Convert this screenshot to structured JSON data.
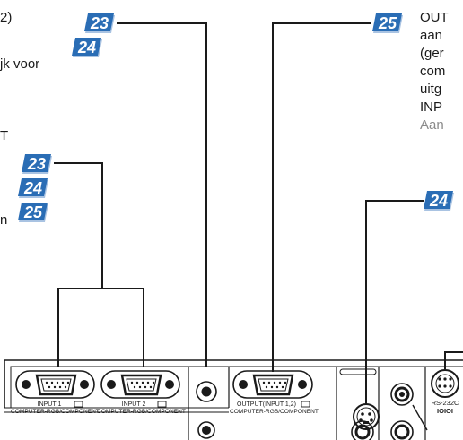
{
  "text": {
    "left_line1": "2)",
    "left_line2": "jk voor",
    "left_line3": "T",
    "left_line4": "n",
    "right_line1": "OUT",
    "right_line2": "aan",
    "right_line3": "(ger",
    "right_line4": "com",
    "right_line5": "uitg",
    "right_line6": "INP",
    "right_line7": "Aan"
  },
  "badges": {
    "top_a": "23",
    "top_b": "24",
    "top_c": "25",
    "mid_a": "23",
    "mid_b": "24",
    "mid_c": "25",
    "right": "24"
  },
  "panel_labels": {
    "input1_title": "INPUT 1",
    "input1_sub": "COMPUTER-RGB/COMPONENT",
    "input2_title": "INPUT 2",
    "input2_sub": "COMPUTER-RGB/COMPONENT",
    "output_title": "OUTPUT(INPUT 1,2)",
    "output_sub": "COMPUTER-RGB/COMPONENT",
    "rs232c": "RS-232C",
    "rs232c_symbol": "IOIOI"
  },
  "colors": {
    "badge_blue": "#2a6db5",
    "badge_shadow": "#a9c3e2",
    "line": "#1a1a1a",
    "grey_text": "#8a8a8a"
  }
}
